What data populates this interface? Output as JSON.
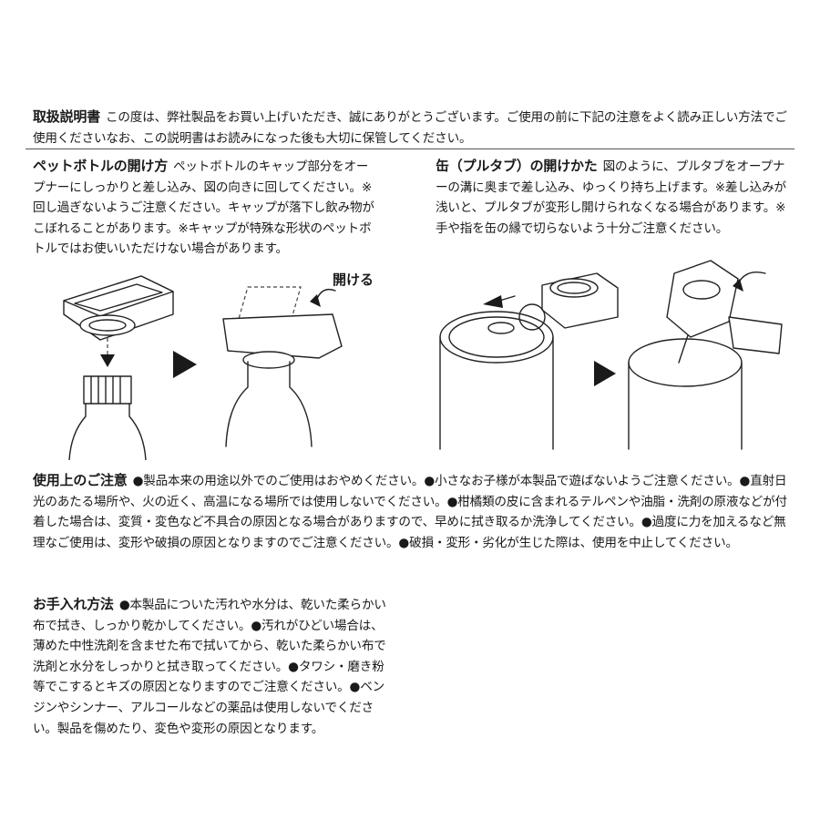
{
  "intro": {
    "heading": "取扱説明書",
    "text": "この度は、弊社製品をお買い上げいただき、誠にありがとうございます。ご使用の前に下記の注意をよく読み正しい方法でご使用くださいなお、この説明書はお読みになった後も大切に保管してください。"
  },
  "bottle": {
    "heading": "ペットボトルの開け方",
    "text": "ペットボトルのキャップ部分をオープナーにしっかりと差し込み、図の向きに回してください。※回し過ぎないようご注意ください。キャップが落下し飲み物がこぼれることがあります。※キャップが特殊な形状のペットボトルではお使いいただけない場合があります。",
    "open_label": "開ける"
  },
  "can": {
    "heading": "缶（プルタブ）の開けかた",
    "text": "図のように、プルタブをオープナーの溝に奥まで差し込み、ゆっくり持ち上げます。※差し込みが浅いと、プルタブが変形し開けられなくなる場合があります。※手や指を缶の縁で切らないよう十分ご注意ください。"
  },
  "caution": {
    "heading": "使用上のご注意",
    "text": "●製品本来の用途以外でのご使用はおやめください。●小さなお子様が本製品で遊ばないようご注意ください。●直射日光のあたる場所や、火の近く、高温になる場所では使用しないでください。●柑橘類の皮に含まれるテルペンや油脂・洗剤の原液などが付着した場合は、変質・変色など不具合の原因となる場合がありますので、早めに拭き取るか洗浄してください。●過度に力を加えるなど無理なご使用は、変形や破損の原因となりますのでご注意ください。●破損・変形・劣化が生じた際は、使用を中止してください。"
  },
  "care": {
    "heading": "お手入れ方法",
    "text": "●本製品についた汚れや水分は、乾いた柔らかい布で拭き、しっかり乾かしてください。●汚れがひどい場合は、薄めた中性洗剤を含ませた布で拭いてから、乾いた柔らかい布で洗剤と水分をしっかりと拭き取ってください。●タワシ・磨き粉等でこするとキズの原因となりますのでご注意ください。●ベンジンやシンナー、アルコールなどの薬品は使用しないでください。製品を傷めたり、変色や変形の原因となります。"
  }
}
